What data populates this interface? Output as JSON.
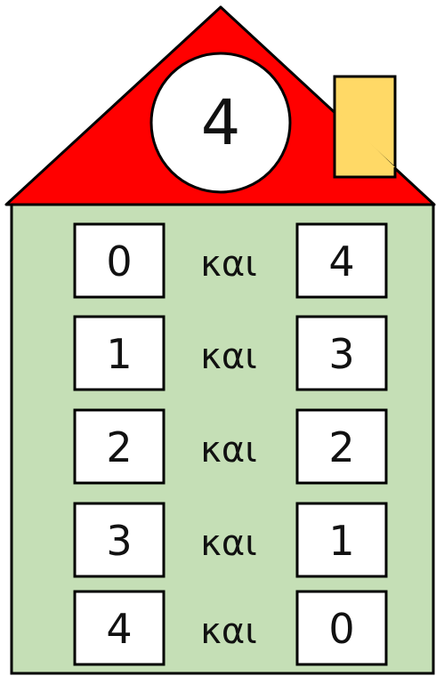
{
  "house": {
    "number": "4",
    "wall_color": "#C5DFB6",
    "roof_color": "#FF0000",
    "chimney_color": "#FFD966"
  },
  "rows": [
    {
      "left": "0",
      "word": "και",
      "right": "4"
    },
    {
      "left": "1",
      "word": "και",
      "right": "3"
    },
    {
      "left": "2",
      "word": "και",
      "right": "2"
    },
    {
      "left": "3",
      "word": "και",
      "right": "1"
    },
    {
      "left": "4",
      "word": "και",
      "right": "0"
    }
  ]
}
